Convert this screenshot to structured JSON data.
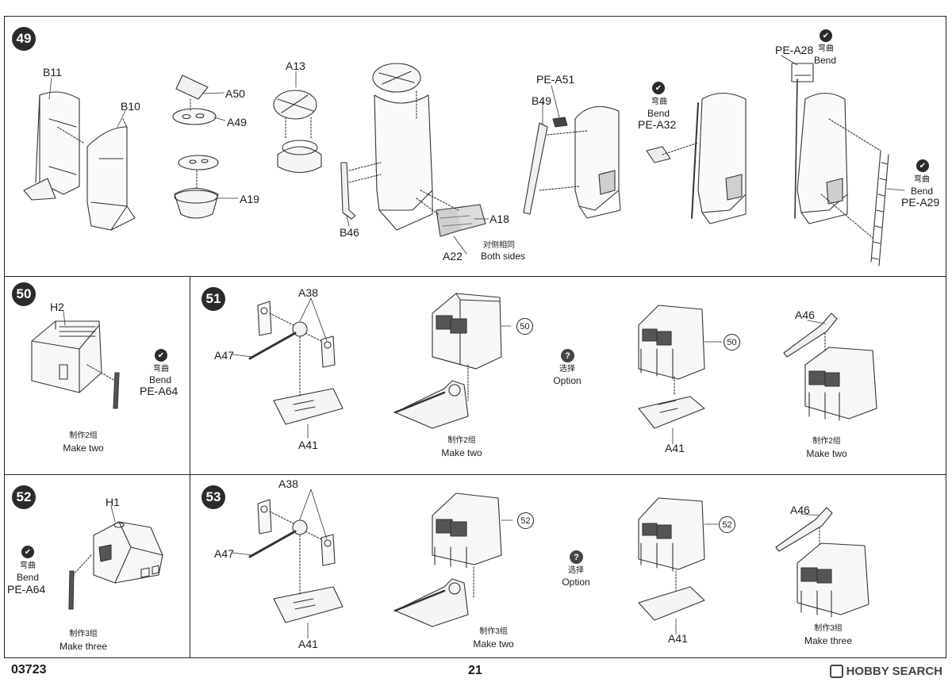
{
  "steps": {
    "s49": {
      "number": "49",
      "labels": {
        "b11": "B11",
        "b10": "B10",
        "a50": "A50",
        "a49": "A49",
        "a19": "A19",
        "a13": "A13",
        "b46": "B46",
        "a18": "A18",
        "a22": "A22",
        "both_sides_cn": "对侧相同",
        "both_sides_en": "Both sides",
        "pe_a51": "PE-A51",
        "b49": "B49",
        "bend_cn_1": "弯曲",
        "bend_en_1": "Bend",
        "pe_a32": "PE-A32",
        "pe_a28": "PE-A28",
        "bend_cn_2": "弯曲",
        "bend_en_2": "Bend",
        "bend_cn_3": "弯曲",
        "bend_en_3": "Bend",
        "pe_a29": "PE-A29"
      }
    },
    "s50": {
      "number": "50",
      "labels": {
        "h2": "H2",
        "bend_cn": "弯曲",
        "bend_en": "Bend",
        "pe_a64": "PE-A64",
        "make_cn": "制作2组",
        "make_en": "Make two"
      }
    },
    "s51": {
      "number": "51",
      "labels": {
        "a38": "A38",
        "a47": "A47",
        "a41": "A41",
        "ref_50a": "50",
        "make_cn": "制作2组",
        "make_en": "Make two",
        "option_cn": "选择",
        "option_en": "Option",
        "ref_50b": "50",
        "a41_b": "A41",
        "a46": "A46",
        "make2_cn": "制作2组",
        "make2_en": "Make two"
      }
    },
    "s52": {
      "number": "52",
      "labels": {
        "h1": "H1",
        "bend_cn": "弯曲",
        "bend_en": "Bend",
        "pe_a64": "PE-A64",
        "make_cn": "制作3组",
        "make_en": "Make three"
      }
    },
    "s53": {
      "number": "53",
      "labels": {
        "a38": "A38",
        "a47": "A47",
        "a41": "A41",
        "ref_52a": "52",
        "make_cn": "制作3组",
        "make_en": "Make two",
        "option_cn": "选择",
        "option_en": "Option",
        "ref_52b": "52",
        "a41_b": "A41",
        "a46": "A46",
        "make2_cn": "制作3组",
        "make2_en": "Make three"
      }
    }
  },
  "footer": {
    "code": "03723",
    "page": "21",
    "watermark": "HOBBY SEARCH"
  },
  "icons": {
    "bend": "bend-icon",
    "option": "question-icon"
  }
}
